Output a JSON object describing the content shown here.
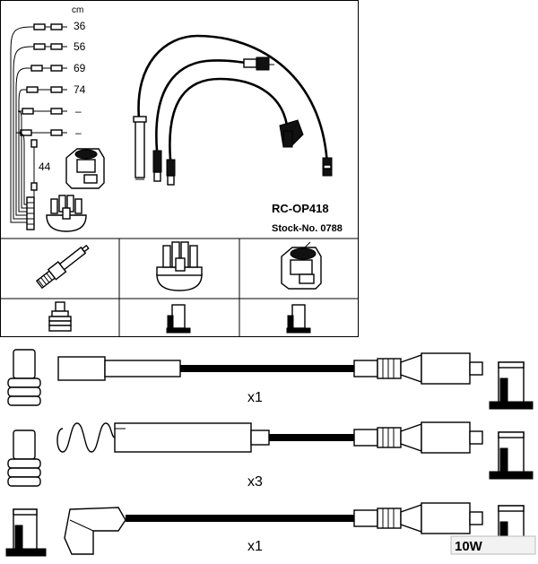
{
  "unit_label": "cm",
  "lengths": [
    "36",
    "56",
    "69",
    "74",
    "–",
    "–",
    "44"
  ],
  "kit": {
    "part_number": "RC-OP418",
    "stock_number": "Stock-No. 0788"
  },
  "cables": [
    {
      "quantity": "x1"
    },
    {
      "quantity": "x3"
    },
    {
      "quantity": "x1"
    }
  ],
  "watermark": {
    "text": "10W"
  }
}
